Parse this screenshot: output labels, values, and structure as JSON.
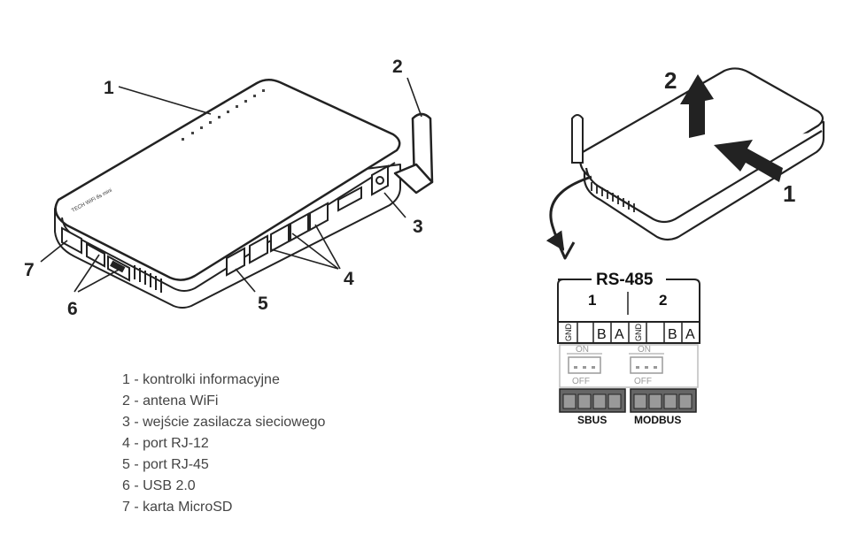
{
  "callouts": {
    "leds": "1",
    "antenna": "2",
    "power": "3",
    "rj12": "4",
    "rj45": "5",
    "usb": "6",
    "microsd": "7"
  },
  "device_brand_text": "TECH WiFi 8s mini",
  "legend": [
    "1 - kontrolki informacyjne",
    "2 - antena WiFi",
    "3 - wejście zasilacza sieciowego",
    "4 - port RJ-12",
    "5 - port RJ-45",
    "6 - USB 2.0",
    "7 - karta MicroSD"
  ],
  "opening": {
    "step1": "1",
    "step2": "2"
  },
  "connector": {
    "title": "RS-485",
    "group1": "1",
    "group2": "2",
    "pins": [
      "GND",
      "B",
      "A",
      "GND",
      "B",
      "A"
    ],
    "switch_on": "ON",
    "switch_off": "OFF",
    "plug1": "SBUS",
    "plug2": "MODBUS"
  }
}
